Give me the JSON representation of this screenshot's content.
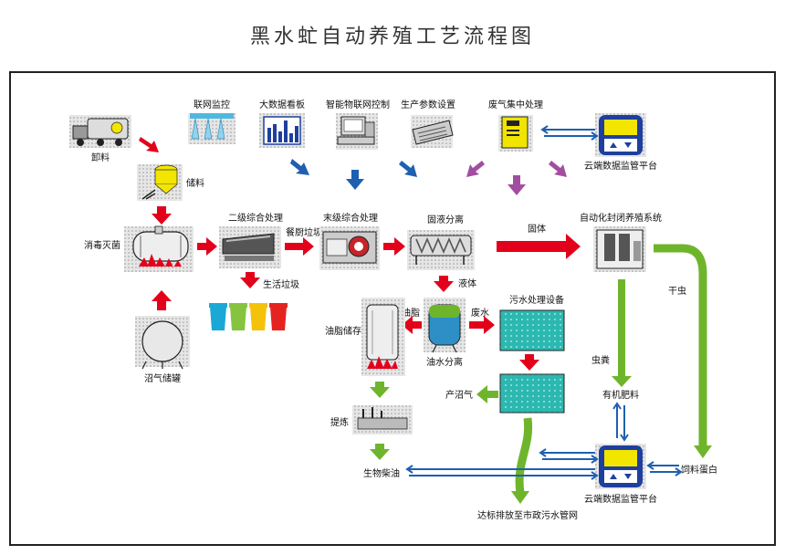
{
  "title": "黑水虻自动养殖工艺流程图",
  "top_items": {
    "network_monitor": "联网监控",
    "big_data_board": "大数据看板",
    "iot_control": "智能物联网控制",
    "param_setting": "生产参数设置",
    "exhaust_processing": "废气集中处理"
  },
  "labels": {
    "unload": "卸料",
    "storage": "储料",
    "disinfection": "消毒灭菌",
    "secondary_treatment": "二级综合处理",
    "kitchen_waste": "餐厨垃圾",
    "final_treatment": "末级综合处理",
    "solid_liquid": "固液分离",
    "solid": "固体",
    "auto_breeding": "自动化封闭养殖系统",
    "domestic_garbage": "生活垃圾",
    "liquid": "液体",
    "sewage_equipment": "污水处理设备",
    "grease": "油脂",
    "wastewater": "废水",
    "grease_storage": "油脂储存",
    "oil_water_sep": "油水分离",
    "biogas_tank": "沼气储罐",
    "biogas_produce": "产沼气",
    "refining": "提炼",
    "biodiesel": "生物柴油",
    "dry_insect": "干虫",
    "insect_feces": "虫粪",
    "organic_fertilizer": "有机肥料",
    "feed_protein": "饲料蛋白",
    "cloud_platform_top": "云端数据监管平台",
    "cloud_platform_bottom": "云端数据监管平台",
    "discharge": "达标排放至市政污水管网"
  },
  "colors": {
    "red_arrow": "#e3001b",
    "green_arrow": "#6fb52c",
    "blue_arrow": "#1f5fb0",
    "purple_arrow": "#a24ea0",
    "platform_blue": "#1e3f9e",
    "platform_yellow": "#f2e500"
  },
  "bins": [
    "#1aa9d6",
    "#86c440",
    "#f5c20b",
    "#e52420"
  ]
}
